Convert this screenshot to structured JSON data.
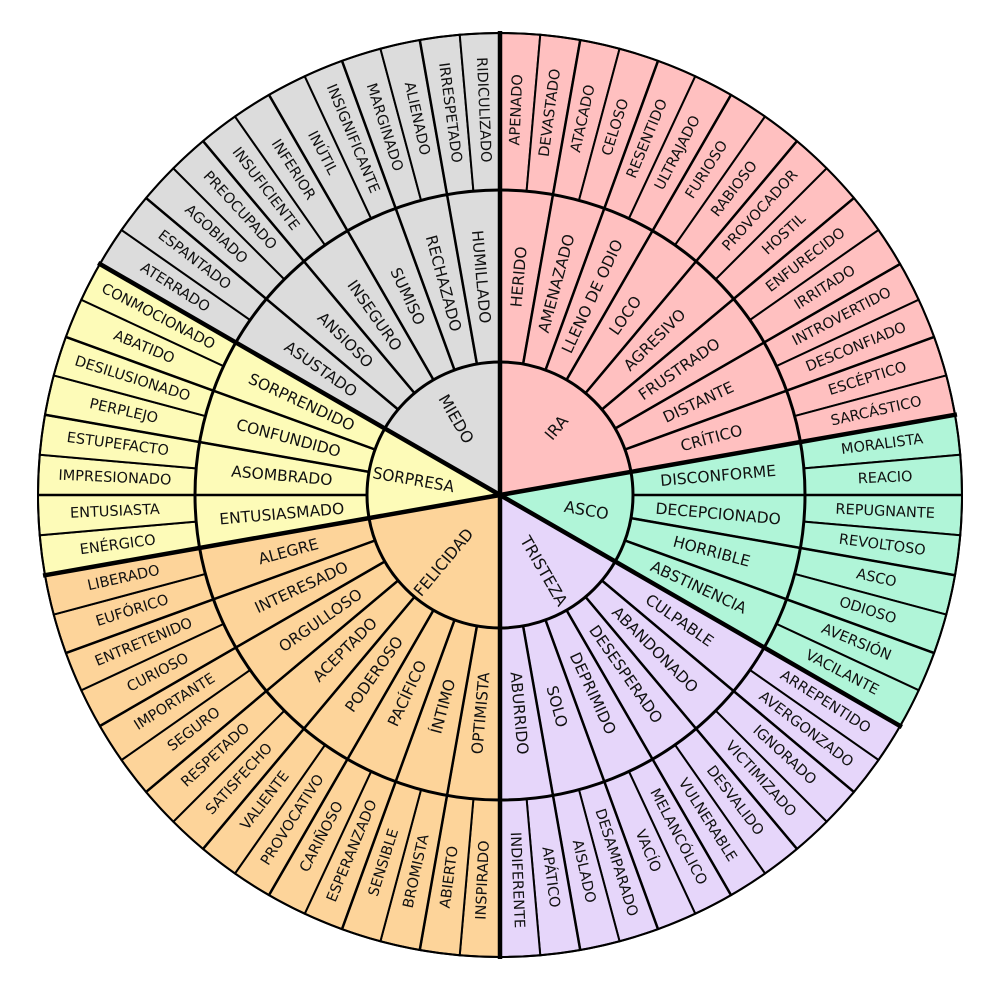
{
  "wheel": {
    "emotions": [
      {
        "label": "IRA",
        "color": "#ffc0c0",
        "secondary": [
          {
            "label": "HERIDO",
            "tertiary": [
              "APENADO",
              "DEVASTADO"
            ]
          },
          {
            "label": "AMENAZADO",
            "tertiary": [
              "ATACADO",
              "CELOSO"
            ]
          },
          {
            "label": "LLENO DE ODIO",
            "tertiary": [
              "RESENTIDO",
              "ULTRAJADO"
            ]
          },
          {
            "label": "LOCO",
            "tertiary": [
              "FURIOSO",
              "RABIOSO"
            ]
          },
          {
            "label": "AGRESIVO",
            "tertiary": [
              "PROVOCADOR",
              "HOSTIL"
            ]
          },
          {
            "label": "FRUSTRADO",
            "tertiary": [
              "ENFURECIDO",
              "IRRITADO"
            ]
          },
          {
            "label": "DISTANTE",
            "tertiary": [
              "INTROVERTIDO",
              "DESCONFIADO"
            ]
          },
          {
            "label": "CRÍTICO",
            "tertiary": [
              "ESCÉPTICO",
              "SARCÁSTICO"
            ]
          }
        ]
      },
      {
        "label": "ASCO",
        "color": "#b0f5d8",
        "secondary": [
          {
            "label": "DISCONFORME",
            "tertiary": [
              "MORALISTA",
              "REACIO"
            ]
          },
          {
            "label": "DECEPCIONADO",
            "tertiary": [
              "REPUGNANTE",
              "REVOLTOSO"
            ]
          },
          {
            "label": "HORRIBLE",
            "tertiary": [
              "ASCO",
              "ODIOSO"
            ]
          },
          {
            "label": "ABSTINENCIA",
            "tertiary": [
              "AVERSIÓN",
              "VACILANTE"
            ]
          }
        ]
      },
      {
        "label": "TRISTEZA",
        "color": "#e6d6fa",
        "secondary": [
          {
            "label": "CULPABLE",
            "tertiary": [
              "ARREPENTIDO",
              "AVERGONZADO"
            ]
          },
          {
            "label": "ABANDONADO",
            "tertiary": [
              "IGNORADO",
              "VICTIMIZADO"
            ]
          },
          {
            "label": "DESESPERADO",
            "tertiary": [
              "DESVALIDO",
              "VULNERABLE"
            ]
          },
          {
            "label": "DEPRIMIDO",
            "tertiary": [
              "MELANCÓLICO",
              "VACÍO"
            ]
          },
          {
            "label": "SOLO",
            "tertiary": [
              "DESAMPARADO",
              "AISLADO"
            ]
          },
          {
            "label": "ABURRIDO",
            "tertiary": [
              "APÁTICO",
              "INDIFERENTE"
            ]
          }
        ]
      },
      {
        "label": "FELICIDAD",
        "color": "#fdd49a",
        "secondary": [
          {
            "label": "OPTIMISTA",
            "tertiary": [
              "INSPIRADO",
              "ABIERTO"
            ]
          },
          {
            "label": "ÍNTIMO",
            "tertiary": [
              "BROMISTA",
              "SENSIBLE"
            ]
          },
          {
            "label": "PACÍFICO",
            "tertiary": [
              "ESPERANZADO",
              "CARIÑOSO"
            ]
          },
          {
            "label": "PODEROSO",
            "tertiary": [
              "PROVOCATIVO",
              "VALIENTE"
            ]
          },
          {
            "label": "ACEPTADO",
            "tertiary": [
              "SATISFECHO",
              "RESPETADO"
            ]
          },
          {
            "label": "ORGULLOSO",
            "tertiary": [
              "SEGURO",
              "IMPORTANTE"
            ]
          },
          {
            "label": "INTERESADO",
            "tertiary": [
              "CURIOSO",
              "ENTRETENIDO"
            ]
          },
          {
            "label": "ALEGRE",
            "tertiary": [
              "EUFÓRICO",
              "LIBERADO"
            ]
          }
        ]
      },
      {
        "label": "SORPRESA",
        "color": "#fdfbb8",
        "secondary": [
          {
            "label": "ENTUSIASMADO",
            "tertiary": [
              "ENÉRGICO",
              "ENTUSIASTA"
            ]
          },
          {
            "label": "ASOMBRADO",
            "tertiary": [
              "IMPRESIONADO",
              "ESTUPEFACTO"
            ]
          },
          {
            "label": "CONFUNDIDO",
            "tertiary": [
              "PERPLEJO",
              "DESILUSIONADO"
            ]
          },
          {
            "label": "SORPRENDIDO",
            "tertiary": [
              "ABATIDO",
              "CONMOCIONADO"
            ]
          }
        ]
      },
      {
        "label": "MIEDO",
        "color": "#dcdcdc",
        "secondary": [
          {
            "label": "ASUSTADO",
            "tertiary": [
              "ATERRADO",
              "ESPANTADO"
            ]
          },
          {
            "label": "ANSIOSO",
            "tertiary": [
              "AGOBIADO",
              "PREOCUPADO"
            ]
          },
          {
            "label": "INSEGURO",
            "tertiary": [
              "INSUFICIENTE",
              "INFERIOR"
            ]
          },
          {
            "label": "SUMISO",
            "tertiary": [
              "INÚTIL",
              "INSIGNIFICANTE"
            ]
          },
          {
            "label": "RECHAZADO",
            "tertiary": [
              "MARGINADO",
              "ALIENADO"
            ]
          },
          {
            "label": "HUMILLADO",
            "tertiary": [
              "IRRESPETADO",
              "RIDICULIZADO"
            ]
          }
        ]
      }
    ]
  }
}
